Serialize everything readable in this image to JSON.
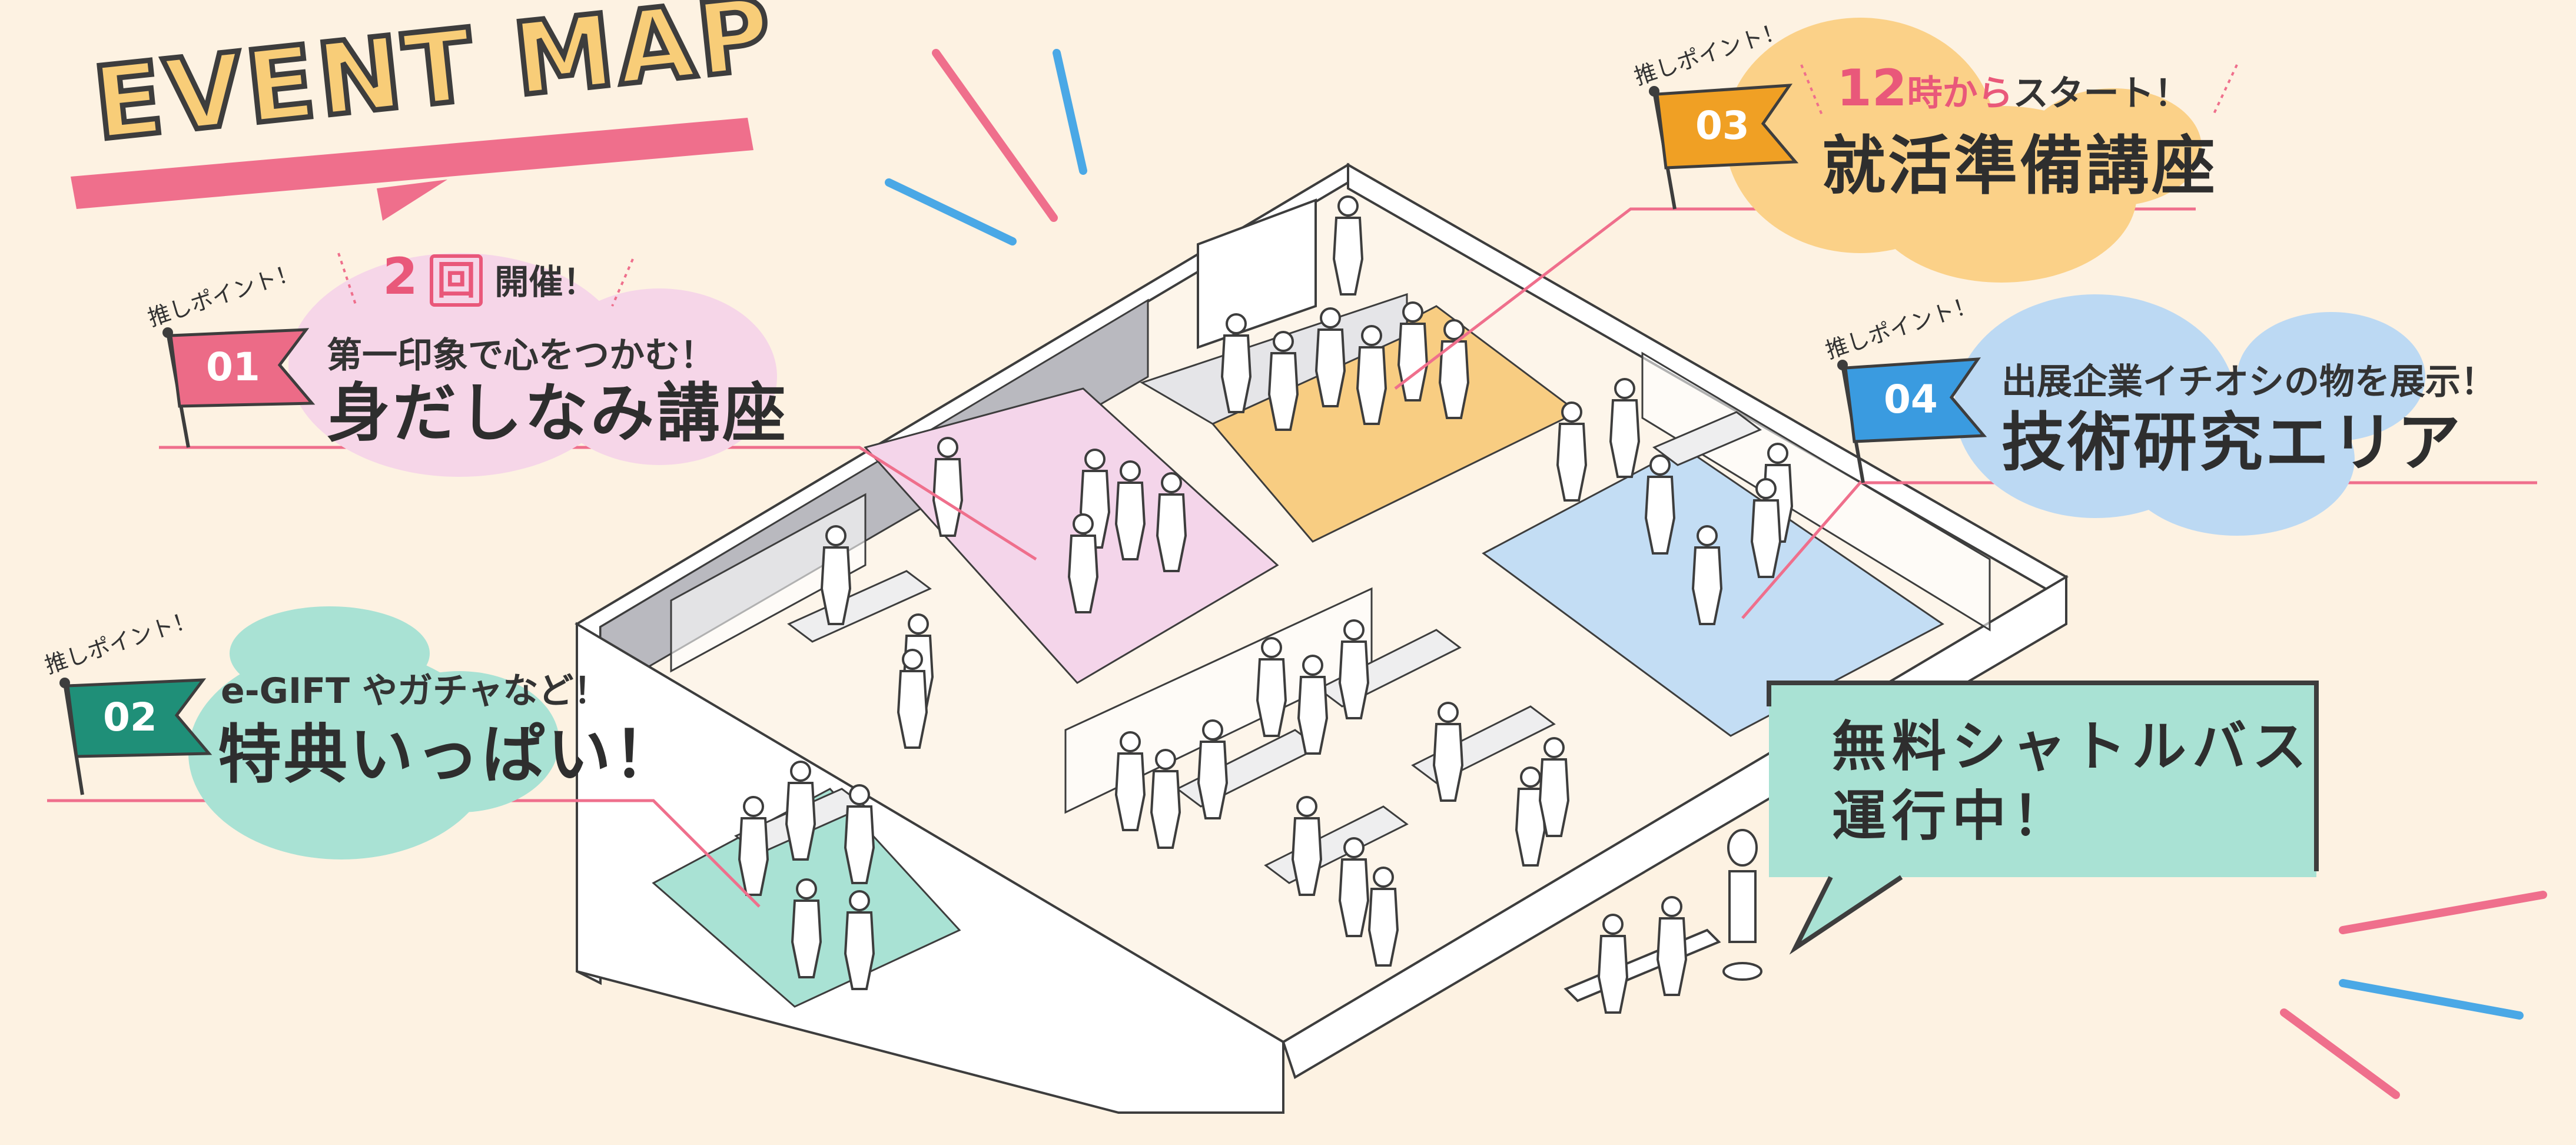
{
  "title": "EVENT MAP",
  "points": [
    {
      "tag": "推しポイント！",
      "number": "01",
      "sub_prefix": "2",
      "sub_icon_text": "回",
      "sub_suffix": "開催！",
      "subtitle": "第一印象で心をつかむ！",
      "title": "身だしなみ講座",
      "flag_color": "#ec6b87",
      "bubble_color": "#f6d6e8"
    },
    {
      "tag": "推しポイント！",
      "number": "02",
      "subtitle": "e-GIFT やガチャなど！",
      "title": "特典いっぱい！",
      "flag_color": "#1f8f78",
      "bubble_color": "#a9e2d4"
    },
    {
      "tag": "推しポイント！",
      "number": "03",
      "sub_highlight_num": "12",
      "sub_highlight": "時から",
      "sub_rest": "スタート！",
      "title": "就活準備講座",
      "flag_color": "#f0a024",
      "bubble_color": "#fbd188"
    },
    {
      "tag": "推しポイント！",
      "number": "04",
      "subtitle": "出展企業イチオシの物を展示！",
      "title": "技術研究エリア",
      "flag_color": "#3a9be0",
      "bubble_color": "#bcd9f3"
    }
  ],
  "shuttle": {
    "line1": "無料シャトルバス",
    "line2": "運行中！",
    "bg_color": "#a9e2d4"
  },
  "colors": {
    "background": "#fdf2e2",
    "accent_pink": "#ef6f8c",
    "accent_blue": "#4aa8e6",
    "outline": "#3d3d3d",
    "wall": "#ffffff"
  }
}
